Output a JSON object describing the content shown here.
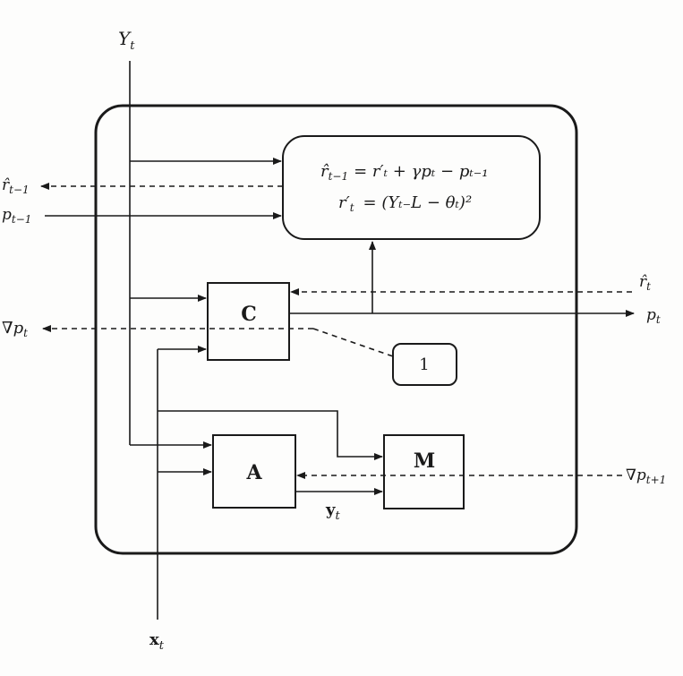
{
  "blocks": {
    "C": "C",
    "A": "A",
    "M": "M",
    "one": "1"
  },
  "equations": {
    "line1": {
      "lhs_base": "r̂",
      "lhs_sub": "t−1",
      "rhs": "= r′ₜ + γpₜ − pₜ₋₁"
    },
    "line2": {
      "lhs_base": "r′",
      "lhs_sub": "t",
      "rhs": "= (Yₜ₋L − θₜ)²"
    }
  },
  "signals": {
    "Y_t": {
      "base": "Y",
      "sub": "t"
    },
    "x_t": {
      "base": "x",
      "sub": "t"
    },
    "y_t": {
      "base": "y",
      "sub": "t"
    },
    "r_hat_t_minus_1": {
      "base": "r̂",
      "sub": "t−1"
    },
    "p_t_minus_1": {
      "base": "p",
      "sub": "t−1"
    },
    "grad_p_t": {
      "base": "∇p",
      "sub": "t"
    },
    "r_hat_t": {
      "base": "r̂",
      "sub": "t"
    },
    "p_t": {
      "base": "p",
      "sub": "t"
    },
    "grad_p_t_plus_1": {
      "base": "∇p",
      "sub": "t+1"
    }
  }
}
